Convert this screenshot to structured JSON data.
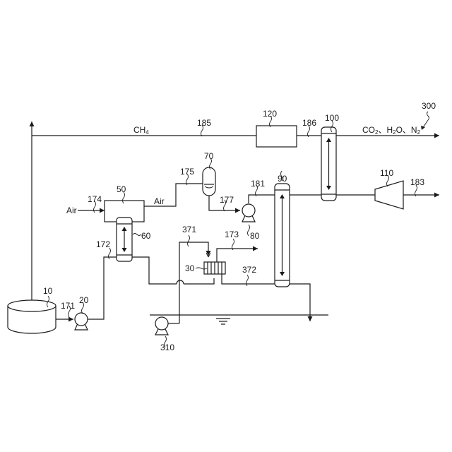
{
  "figure_ref": "300",
  "streams": {
    "ch4": {
      "label": "CH",
      "sub": "4",
      "ref": "185"
    },
    "exhaust": {
      "co2": "CO",
      "co2_sub": "2",
      "sep1": "、H",
      "h2o_sub": "2",
      "o": "O",
      "sep2": "、N",
      "n2_sub": "2"
    },
    "air_in": "Air",
    "air_out": "Air",
    "s171": "171",
    "s172": "172",
    "s173": "173",
    "s174": "174",
    "s175": "175",
    "s177": "177",
    "s181": "181",
    "s183": "183",
    "s186": "186",
    "s371": "371",
    "s372": "372"
  },
  "units": {
    "tank": "10",
    "pump_20": "20",
    "hx_30": "30",
    "reactor_50": "50",
    "hx_60": "60",
    "vessel_70": "70",
    "pump_80": "80",
    "column_90": "90",
    "column_100": "100",
    "turbine_110": "110",
    "box_120": "120",
    "pump_310": "310"
  }
}
